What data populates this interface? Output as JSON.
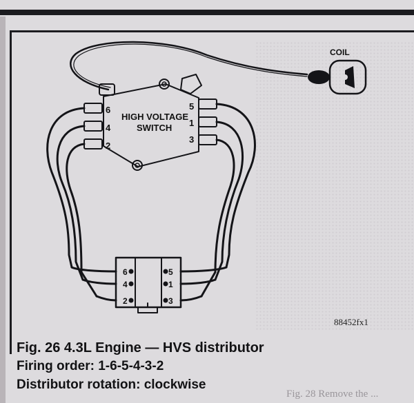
{
  "diagram": {
    "coil_label": "COIL",
    "switch_label_line1": "HIGH VOLTAGE",
    "switch_label_line2": "SWITCH",
    "left_terminals": [
      "6",
      "4",
      "2"
    ],
    "right_terminals": [
      "5",
      "1",
      "3"
    ],
    "bottom_left_terminals": [
      "6",
      "4",
      "2"
    ],
    "bottom_right_terminals": [
      "5",
      "1",
      "3"
    ],
    "reference_code": "88452fx1"
  },
  "caption": {
    "line1": "Fig. 26  4.3L Engine — HVS distributor",
    "line2": "Firing order: 1-6-5-4-3-2",
    "line3": "Distributor rotation: clockwise"
  },
  "bleed_through": {
    "line1": "Fig. 28 Remove the ..."
  }
}
